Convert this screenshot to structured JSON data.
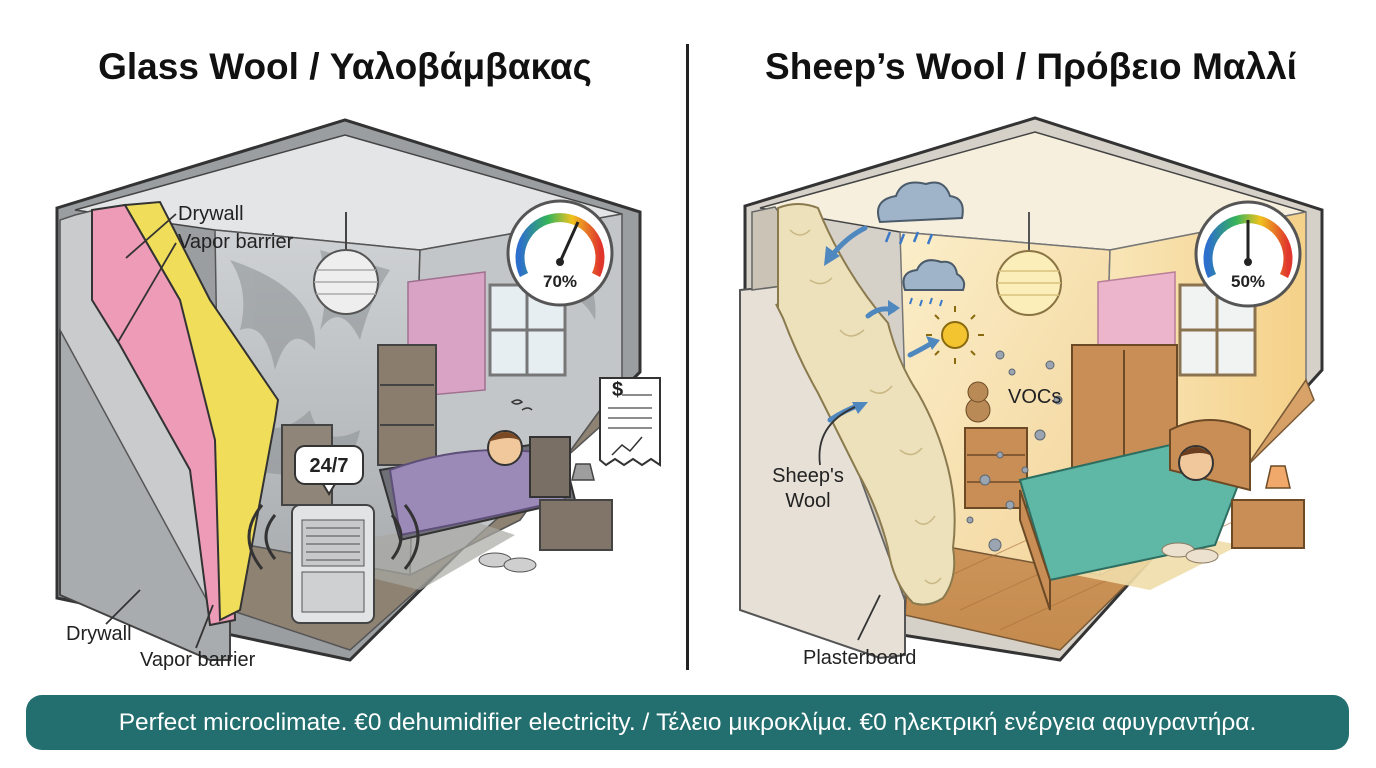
{
  "left": {
    "title": "Glass Wool / Υαλοβάμβακας",
    "labels": {
      "drywall_top": "Drywall",
      "vapor_top": "Vapor barrier",
      "drywall_bottom": "Drywall",
      "vapor_bottom": "Vapor barrier",
      "dehumidifier_badge": "24/7",
      "invoice_symbol": "$"
    },
    "humidity_gauge": {
      "text": "70%",
      "value": 70
    }
  },
  "right": {
    "title": "Sheep’s Wool / Πρόβειο Μαλλί",
    "labels": {
      "vocs": "VOCs",
      "sheeps_wool_line1": "Sheep's",
      "sheeps_wool_line2": "Wool",
      "plasterboard": "Plasterboard"
    },
    "humidity_gauge": {
      "text": "50%",
      "value": 50
    }
  },
  "banner": "Perfect microclimate. €0 dehumidifier electricity. / Τέλειο μικροκλίμα. €0 ηλεκτρική ενέργεια αφυγραντήρα.",
  "colors": {
    "banner": "#236e6e",
    "glass_wool": "#f0de5a",
    "pink_insulation": "#ee9bb8",
    "warm_wall": "#f7e3b1",
    "cold_wall": "#b4b8bb"
  },
  "icons": [
    "humidity-gauge-icon",
    "dehumidifier-icon",
    "invoice-icon",
    "cloud-icon",
    "rain-cloud-icon",
    "sun-icon",
    "lamp-icon",
    "teddy-bear-icon"
  ]
}
